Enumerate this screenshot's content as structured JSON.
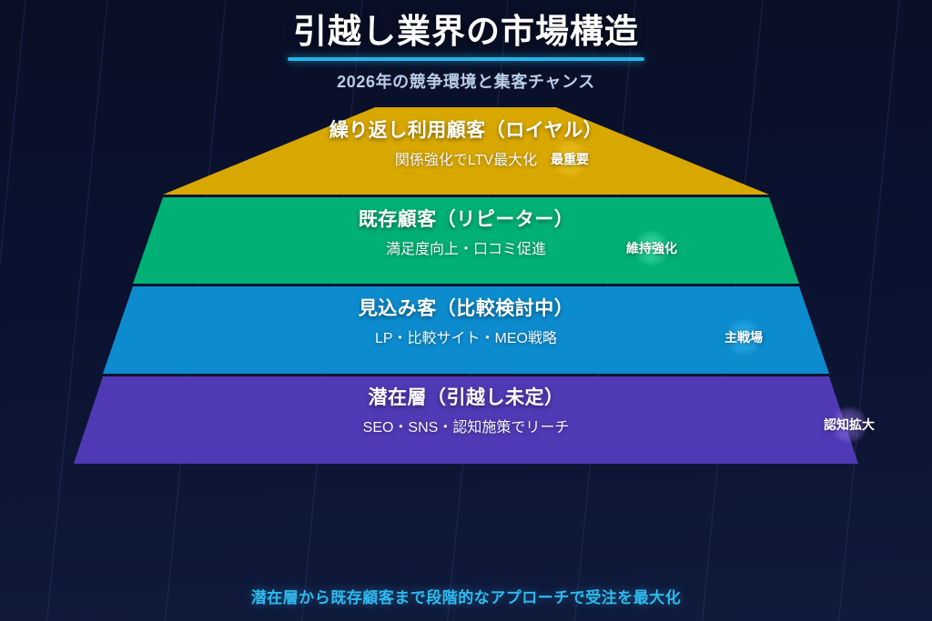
{
  "header": {
    "title": "引越し業界の市場構造",
    "subtitle": "2026年の競争環境と集客チャンス",
    "rule_color": "#22b6e8"
  },
  "chart_data": {
    "type": "pyramid",
    "title": "引越し業界の市場構造",
    "subtitle": "2026年の競争環境と集客チャンス",
    "orientation": "apex-top",
    "background": "#0a1028",
    "layers": [
      {
        "label": "繰り返し利用顧客（ロイヤル）",
        "desc": "関係強化でLTV最大化",
        "badge": "最重要",
        "color": "#d9a800",
        "level": 4
      },
      {
        "label": "既存顧客（リピーター）",
        "desc": "満足度向上・口コミ促進",
        "badge": "維持強化",
        "color": "#00b074",
        "level": 3
      },
      {
        "label": "見込み客（比較検討中）",
        "desc": "LP・比較サイト・MEO戦略",
        "badge": "主戦場",
        "color": "#0c8cce",
        "level": 2
      },
      {
        "label": "潜在層（引越し未定）",
        "desc": "SEO・SNS・認知施策でリーチ",
        "badge": "認知拡大",
        "color": "#5039b4",
        "level": 1
      }
    ]
  },
  "footer": {
    "text": "潜在層から既存顧客まで段階的なアプローチで受注を最大化",
    "color": "#2fb9ee"
  }
}
